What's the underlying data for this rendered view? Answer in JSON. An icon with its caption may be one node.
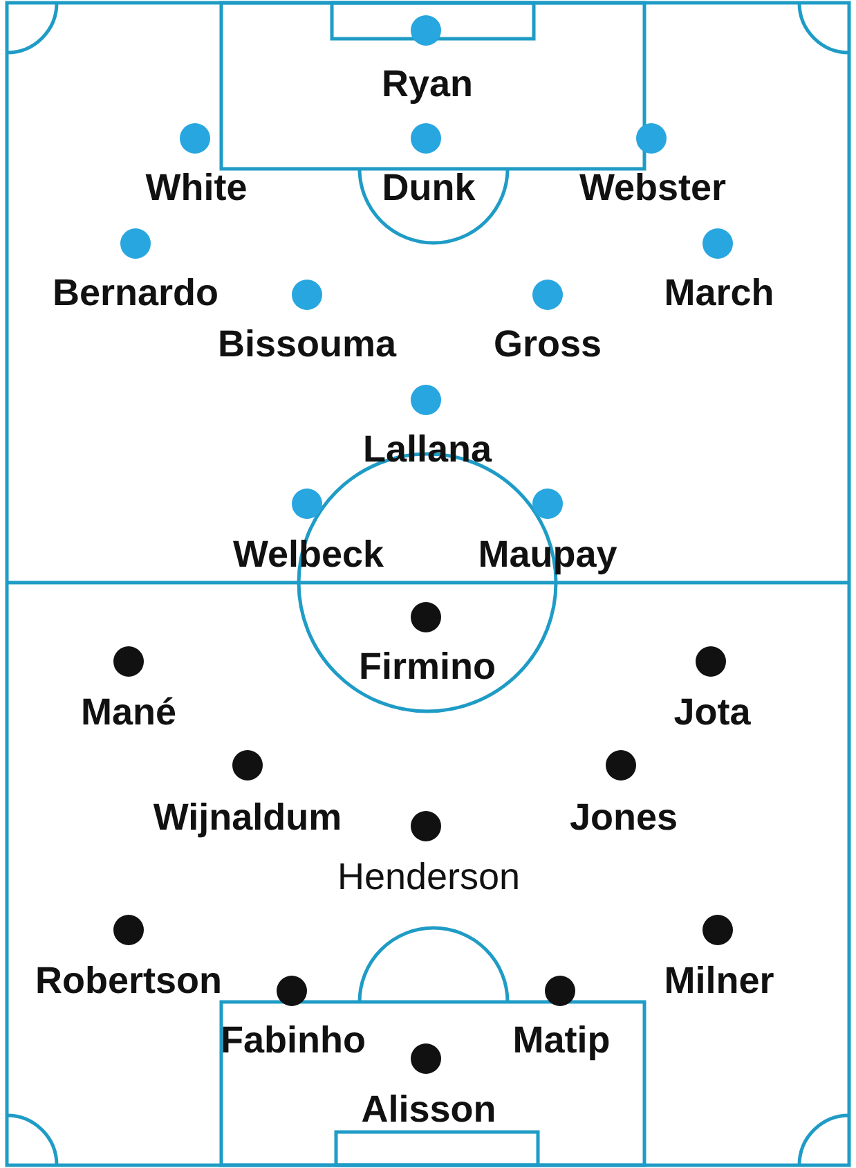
{
  "diagram": {
    "nodes": [
      {
        "text": [],
        "shape": "circle",
        "beside": [
          "Ryan"
        ]
      },
      {
        "text": [],
        "shape": "circle",
        "beside": [
          "White"
        ]
      },
      {
        "text": [],
        "shape": "circle",
        "beside": [
          "Dunk"
        ]
      },
      {
        "text": [],
        "shape": "circle",
        "beside": [
          "Webster"
        ]
      },
      {
        "text": [],
        "shape": "circle",
        "beside": [
          "Bernardo"
        ]
      },
      {
        "text": [],
        "shape": "circle",
        "beside": [
          "March"
        ]
      },
      {
        "text": [],
        "shape": "circle",
        "beside": [
          "Bissouma"
        ]
      },
      {
        "text": [],
        "shape": "circle",
        "beside": [
          "Gross"
        ]
      },
      {
        "text": [],
        "shape": "circle",
        "beside": [
          "Lallana"
        ]
      },
      {
        "text": [],
        "shape": "circle",
        "beside": [
          "Welbeck"
        ]
      },
      {
        "text": [],
        "shape": "circle",
        "beside": [
          "Maupay"
        ]
      },
      {
        "text": [],
        "shape": "circle",
        "beside": [
          "Firmino"
        ]
      },
      {
        "text": [],
        "shape": "circle",
        "beside": [
          "Mané"
        ]
      },
      {
        "text": [],
        "shape": "circle",
        "beside": [
          "Jota"
        ]
      },
      {
        "text": [],
        "shape": "circle",
        "beside": [
          "Wijnaldum"
        ]
      },
      {
        "text": [],
        "shape": "circle",
        "beside": [
          "Jones"
        ]
      },
      {
        "text": [],
        "shape": "circle",
        "beside": [
          "Henderson"
        ]
      },
      {
        "text": [],
        "shape": "circle",
        "beside": [
          "Robertson"
        ]
      },
      {
        "text": [],
        "shape": "circle",
        "beside": [
          "Milner"
        ]
      },
      {
        "text": [],
        "shape": "circle",
        "beside": [
          "Fabinho"
        ]
      },
      {
        "text": [],
        "shape": "circle",
        "beside": [
          "Matip"
        ]
      },
      {
        "text": [],
        "shape": "circle",
        "beside": [
          "Alisson"
        ]
      }
    ]
  }
}
